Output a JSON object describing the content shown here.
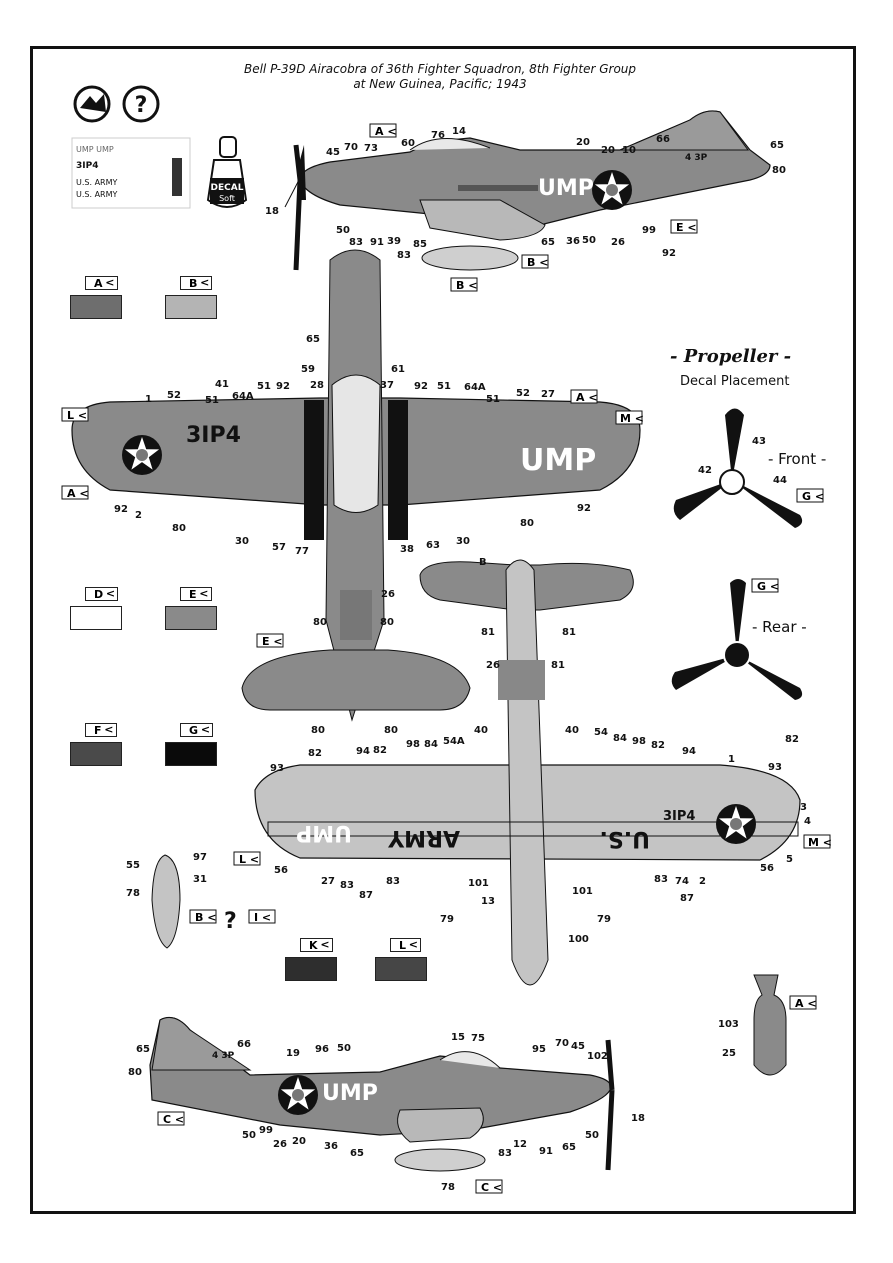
{
  "title": {
    "line1": "Bell P-39D Airacobra of 36th Fighter Squadron, 8th Fighter Group",
    "line2": "at New Guinea, Pacific; 1943"
  },
  "icons": [
    "decal-sheet-icon",
    "question-icon",
    "decal-soft-bottle-icon"
  ],
  "decal_sheet": {
    "texts": [
      "UMP UMP",
      "3IP4",
      "U.S. ARMY",
      "U.S. ARMY"
    ]
  },
  "decal_bottle": {
    "text1": "DECAL",
    "text2": "Soft"
  },
  "swatches": [
    {
      "id": "A",
      "color": "#6e6e6e"
    },
    {
      "id": "B",
      "color": "#b4b4b4"
    },
    {
      "id": "D",
      "color": "#ffffff"
    },
    {
      "id": "E",
      "color": "#8a8a8a"
    },
    {
      "id": "F",
      "color": "#4a4a4a"
    },
    {
      "id": "G",
      "color": "#0a0a0a"
    },
    {
      "id": "K",
      "color": "#2e2e2e"
    },
    {
      "id": "L",
      "color": "#464646"
    }
  ],
  "propeller": {
    "title": "- Propeller -",
    "subtitle": "Decal Placement",
    "front_label": "- Front -",
    "rear_label": "- Rear -",
    "callouts": [
      "43",
      "42",
      "44"
    ]
  },
  "markings": {
    "ump": "UMP",
    "code": "3IP4",
    "army": "ARMY",
    "us": "U.S.",
    "fin": "4 3P"
  },
  "drop_tank_callouts": [
    "55",
    "97",
    "31",
    "78"
  ],
  "bomb_callouts": [
    "103",
    "25"
  ],
  "question_mark": "?",
  "tags": [
    "A",
    "B",
    "C",
    "E",
    "G",
    "I",
    "K",
    "L",
    "M"
  ]
}
